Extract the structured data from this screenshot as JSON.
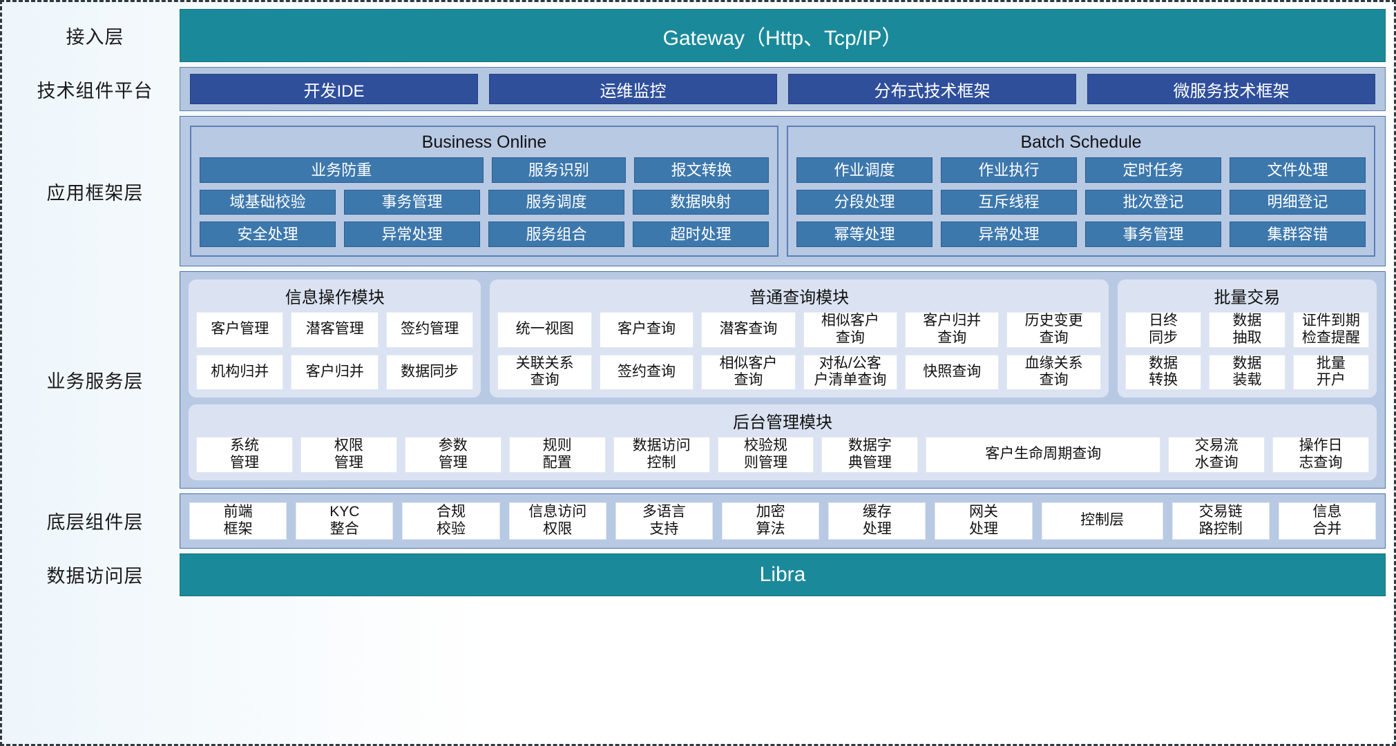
{
  "layers": {
    "access": {
      "label": "接入层",
      "bar": "Gateway（Http、Tcp/IP）"
    },
    "tech": {
      "label": "技术组件平台",
      "chips": [
        "开发IDE",
        "运维监控",
        "分布式技术框架",
        "微服务技术框架"
      ]
    },
    "app": {
      "label": "应用框架层",
      "groups": [
        {
          "title": "Business Online",
          "rows": [
            [
              "业务防重",
              "服务识别",
              "报文转换"
            ],
            [
              "域基础校验",
              "事务管理",
              "服务调度",
              "数据映射"
            ],
            [
              "安全处理",
              "异常处理",
              "服务组合",
              "超时处理"
            ]
          ]
        },
        {
          "title": "Batch Schedule",
          "rows": [
            [
              "作业调度",
              "作业执行",
              "定时任务",
              "文件处理"
            ],
            [
              "分段处理",
              "互斥线程",
              "批次登记",
              "明细登记"
            ],
            [
              "幂等处理",
              "异常处理",
              "事务管理",
              "集群容错"
            ]
          ]
        }
      ]
    },
    "service": {
      "label": "业务服务层",
      "modules": [
        {
          "title": "信息操作模块",
          "rows": [
            [
              "客户管理",
              "潜客管理",
              "签约管理"
            ],
            [
              "机构归并",
              "客户归并",
              "数据同步"
            ]
          ]
        },
        {
          "title": "普通查询模块",
          "rows": [
            [
              "统一视图",
              "客户查询",
              "潜客查询",
              "相似客户\n查询",
              "客户归并\n查询",
              "历史变更\n查询"
            ],
            [
              "关联关系\n查询",
              "签约查询",
              "相似客户\n查询",
              "对私/公客\n户清单查询",
              "快照查询",
              "血缘关系\n查询"
            ]
          ]
        },
        {
          "title": "批量交易",
          "rows": [
            [
              "日终\n同步",
              "数据\n抽取",
              "证件到期\n检查提醒"
            ],
            [
              "数据\n转换",
              "数据\n装载",
              "批量\n开户"
            ]
          ]
        }
      ],
      "backoffice": {
        "title": "后台管理模块",
        "cells": [
          "系统\n管理",
          "权限\n管理",
          "参数\n管理",
          "规则\n配置",
          "数据访问\n控制",
          "校验规\n则管理",
          "数据字\n典管理",
          "客户生命周期查询",
          "交易流\n水查询",
          "操作日\n志查询"
        ]
      }
    },
    "base": {
      "label": "底层组件层",
      "cells": [
        "前端\n框架",
        "KYC\n整合",
        "合规\n校验",
        "信息访问\n权限",
        "多语言\n支持",
        "加密\n算法",
        "缓存\n处理",
        "网关\n处理",
        "控制层",
        "交易链\n路控制",
        "信息\n合并"
      ]
    },
    "data": {
      "label": "数据访问层",
      "bar": "Libra"
    }
  },
  "colors": {
    "teal": "#1a8a9b",
    "panel_blue": "#b8c9e4",
    "chip_navy": "#2f4f9b",
    "cell_blue": "#3d78ad",
    "module_bg": "#dbe3f2",
    "cell_white": "#ffffff"
  }
}
